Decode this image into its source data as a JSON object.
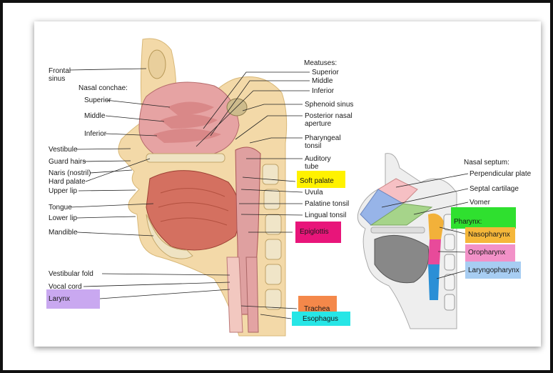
{
  "diagram": {
    "labels": {
      "frontal_sinus": "Frontal\nsinus",
      "nasal_conchae": "Nasal conchae:",
      "superior": "Superior",
      "middle": "Middle",
      "inferior": "Inferior",
      "vestibule": "Vestibule",
      "guard_hairs": "Guard hairs",
      "naris": "Naris (nostril)",
      "hard_palate": "Hard palate",
      "upper_lip": "Upper lip",
      "tongue": "Tongue",
      "lower_lip": "Lower lip",
      "mandible": "Mandible",
      "vestibular_fold": "Vestibular fold",
      "vocal_cord": "Vocal cord",
      "larynx": "Larynx",
      "meatuses": "Meatuses:",
      "m_superior": "Superior",
      "m_middle": "Middle",
      "m_inferior": "Inferior",
      "sphenoid_sinus": "Sphenoid sinus",
      "posterior_nasal_aperture": "Posterior nasal\naperture",
      "pharyngeal_tonsil": "Pharyngeal\ntonsil",
      "auditory_tube": "Auditory\ntube",
      "soft_palate": "Soft palate",
      "uvula": "Uvula",
      "palatine_tonsil": "Palatine tonsil",
      "lingual_tonsil": "Lingual tonsil",
      "epiglottis": "Epiglottis",
      "trachea": "Trachea",
      "esophagus": "Esophagus",
      "nasal_septum": "Nasal septum:",
      "perpendicular_plate": "Perpendicular plate",
      "septal_cartilage": "Septal cartilage",
      "vomer": "Vomer",
      "pharynx": "Pharynx:",
      "nasopharynx": "Nasopharynx",
      "oropharynx": "Oropharynx",
      "laryngopharynx": "Laryngopharynx"
    },
    "colors": {
      "larynx_box": "#c9a8f0",
      "soft_palate_box": "#fff200",
      "epiglottis_box": "#e8157a",
      "trachea_box": "#f4884a",
      "esophagus_box": "#27e6e6",
      "pharynx_box": "#2fe02f",
      "nasopharynx_box": "#f5b73a",
      "oropharynx_box": "#f291c8",
      "laryngopharynx_box": "#a7cdf2"
    }
  }
}
